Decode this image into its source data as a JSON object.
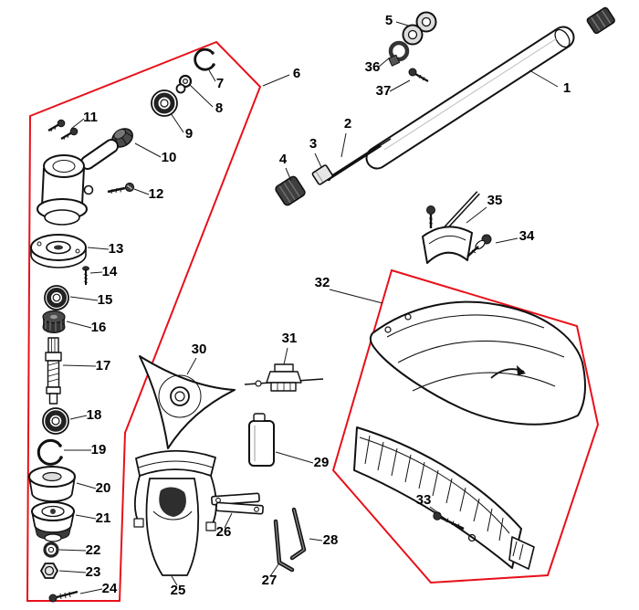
{
  "diagram": {
    "kind": "exploded-parts-diagram",
    "highlight_color": "#e8101a",
    "ink_color": "#111111",
    "background_color": "#ffffff",
    "part_labels": [
      "1",
      "2",
      "3",
      "4",
      "5",
      "6",
      "7",
      "8",
      "9",
      "10",
      "11",
      "12",
      "13",
      "14",
      "15",
      "16",
      "17",
      "18",
      "19",
      "20",
      "21",
      "22",
      "23",
      "24",
      "25",
      "26",
      "27",
      "28",
      "29",
      "30",
      "31",
      "32",
      "33",
      "34",
      "35",
      "36",
      "37"
    ]
  }
}
